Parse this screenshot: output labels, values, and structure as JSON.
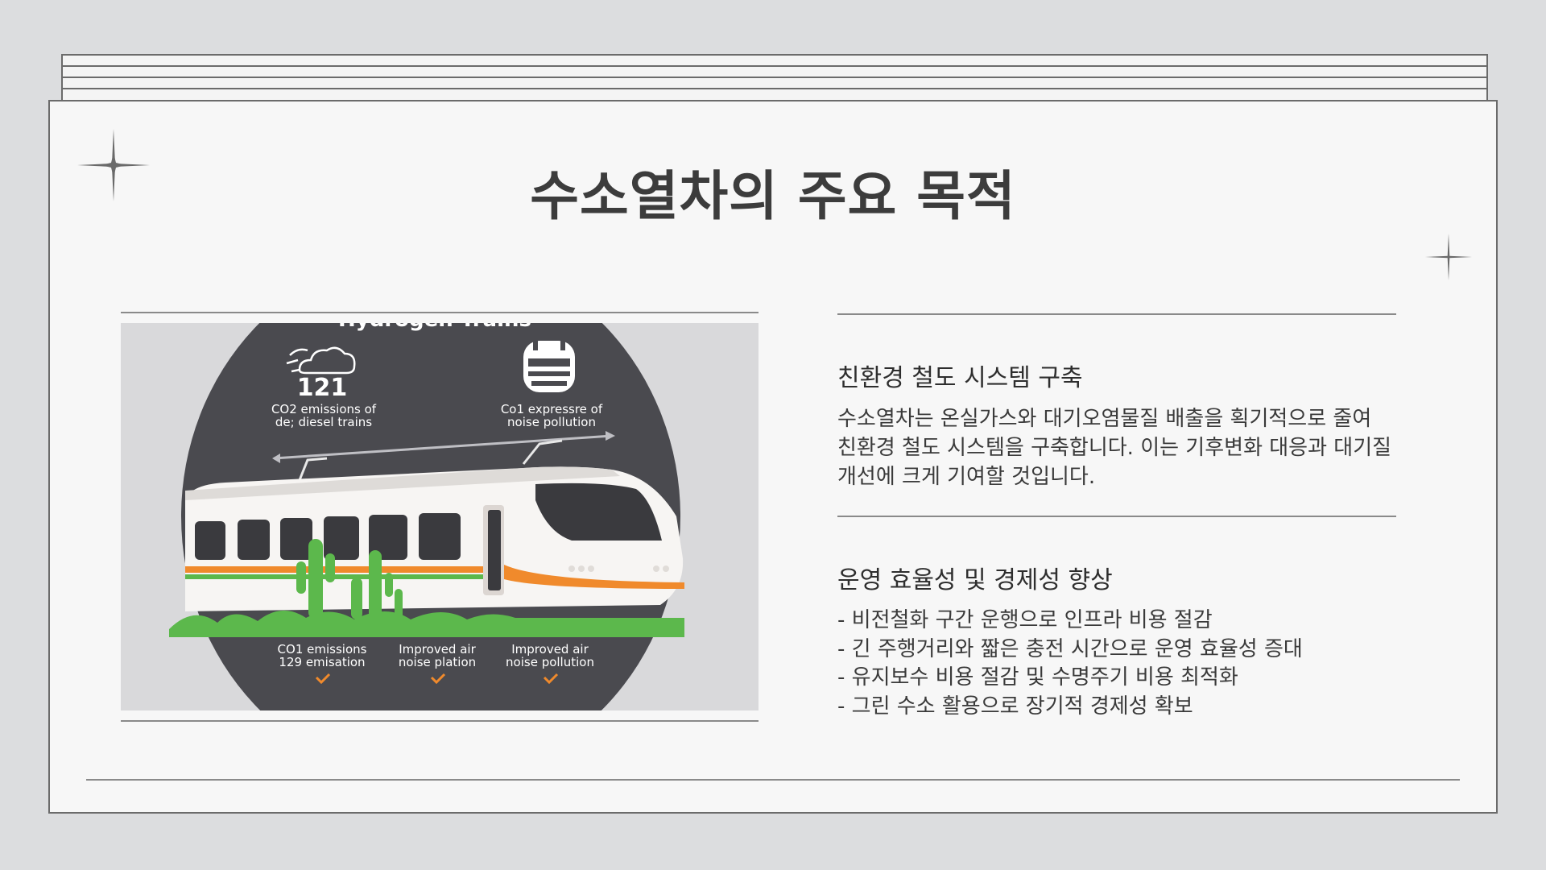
{
  "slide": {
    "title": "수소열차의 주요 목적"
  },
  "illustration": {
    "heading": "Hydrogen Trains",
    "top_left_value": "121",
    "top_left_caption_1": "CO2 emissions of",
    "top_left_caption_2": "de; diesel trains",
    "top_right_caption_1": "Co1 expressre of",
    "top_right_caption_2": "noise pollution",
    "bottom_1_line_1": "CO1 emissions",
    "bottom_1_line_2": "129 emisation",
    "bottom_2_line_1": "Improved air",
    "bottom_2_line_2": "noise plation",
    "bottom_3_line_1": "Improved air",
    "bottom_3_line_2": "noise pollution",
    "colors": {
      "circle": "#4a4a4f",
      "green": "#5cb84c",
      "orange": "#f08a2c",
      "train_body": "#f7f5f3"
    }
  },
  "sections": [
    {
      "heading": "친환경 철도 시스템 구축",
      "lines": [
        "수소열차는 온실가스와 대기오염물질 배출을 획기적으로 줄여",
        "친환경 철도 시스템을 구축합니다. 이는 기후변화 대응과 대기질",
        "개선에 크게 기여할 것입니다."
      ]
    },
    {
      "heading": "운영 효율성 및 경제성 향상",
      "bullets": [
        "- 비전철화 구간 운행으로 인프라 비용 절감",
        "- 긴 주행거리와 짧은 충전 시간으로 운영 효율성 증대",
        "- 유지보수 비용 절감 및 수명주기 비용 최적화",
        "- 그린 수소 활용으로 장기적 경제성 확보"
      ]
    }
  ]
}
